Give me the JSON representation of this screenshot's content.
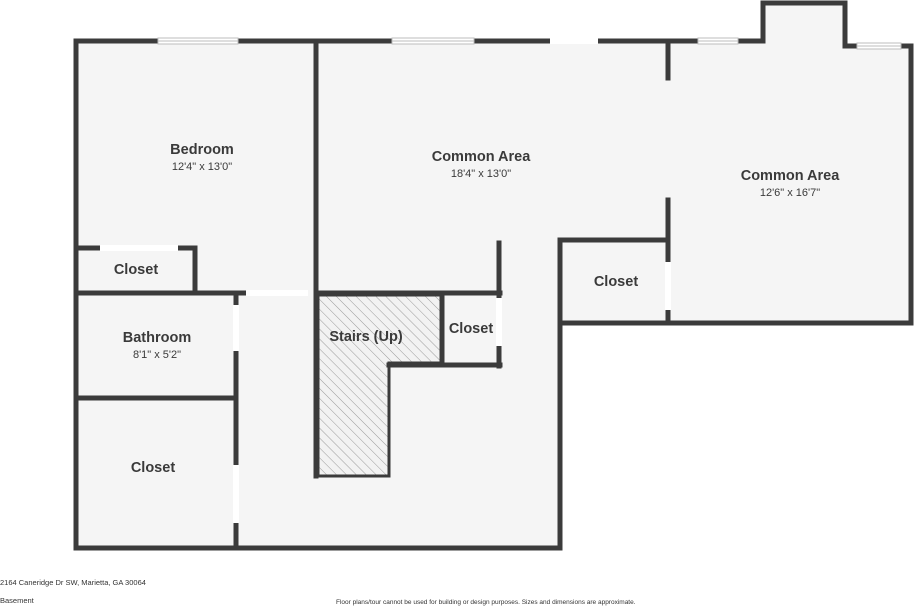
{
  "rooms": {
    "bedroom": {
      "name": "Bedroom",
      "dims": "12'4\" x 13'0\""
    },
    "common_area_1": {
      "name": "Common Area",
      "dims": "18'4\" x 13'0\""
    },
    "common_area_2": {
      "name": "Common Area",
      "dims": "12'6\" x 16'7\""
    },
    "closet_bedroom": {
      "name": "Closet"
    },
    "closet_right": {
      "name": "Closet"
    },
    "closet_stairs": {
      "name": "Closet"
    },
    "bathroom": {
      "name": "Bathroom",
      "dims": "8'1\" x 5'2\""
    },
    "stairs": {
      "name": "Stairs (Up)"
    },
    "closet_bottom": {
      "name": "Closet"
    }
  },
  "footer": {
    "address": "2164 Caneridge Dr SW, Marietta, GA 30064",
    "level": "Basement",
    "disclaimer": "Floor plans/tour cannot be used for building or design purposes. Sizes and dimensions are approximate."
  },
  "colors": {
    "wall": "#3b3b3b",
    "floor": "#f5f5f5",
    "stairs_hatch": "#9a9a9a"
  }
}
